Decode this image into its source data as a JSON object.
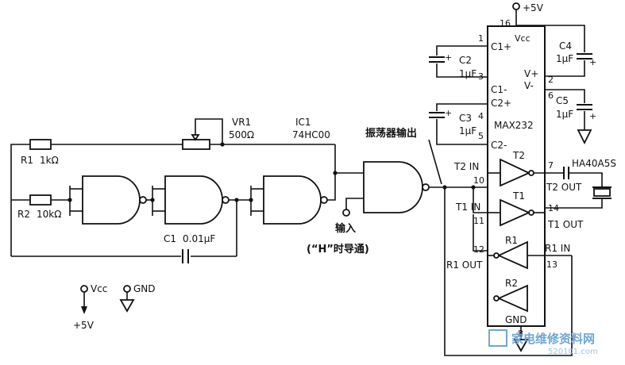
{
  "supply": {
    "label": "+5V"
  },
  "ic_main": {
    "name": "MAX232",
    "vcc": "Vcc",
    "gnd": "GND",
    "pins_left": [
      "C1+",
      "C1-",
      "C2+",
      "C2-"
    ],
    "pins_right": [
      "V+",
      "V-"
    ],
    "pin_numbers": [
      "1",
      "2",
      "3",
      "4",
      "5",
      "6",
      "7",
      "8",
      "10",
      "11",
      "12",
      "13",
      "14",
      "16"
    ],
    "drivers": [
      "T2",
      "T1"
    ],
    "receivers": [
      "R1",
      "R2"
    ],
    "io": [
      "T2 IN",
      "T2 OUT",
      "T1 IN",
      "T1 OUT",
      "R1 OUT",
      "R1 IN"
    ]
  },
  "caps": [
    {
      "name": "C2",
      "value": "1μF"
    },
    {
      "name": "C3",
      "value": "1μF"
    },
    {
      "name": "C4",
      "value": "1μF"
    },
    {
      "name": "C5",
      "value": "1μF"
    },
    {
      "name": "C1",
      "value": "0.01μF"
    }
  ],
  "resistors": [
    {
      "name": "R1",
      "value": "1kΩ"
    },
    {
      "name": "R2",
      "value": "10kΩ"
    },
    {
      "name": "VR1",
      "value": "500Ω"
    }
  ],
  "ic_gates": {
    "name": "IC1",
    "part": "74HC00"
  },
  "oscillator_out": "振荡器输出",
  "input": {
    "label": "输入",
    "note": "(“H”时导通)"
  },
  "transducer": "HA40A5S",
  "legend": {
    "vcc": "Vcc",
    "gnd": "GND",
    "supply": "+5V"
  },
  "watermark": {
    "text": "家电维修资料网",
    "url": "520101.com"
  }
}
